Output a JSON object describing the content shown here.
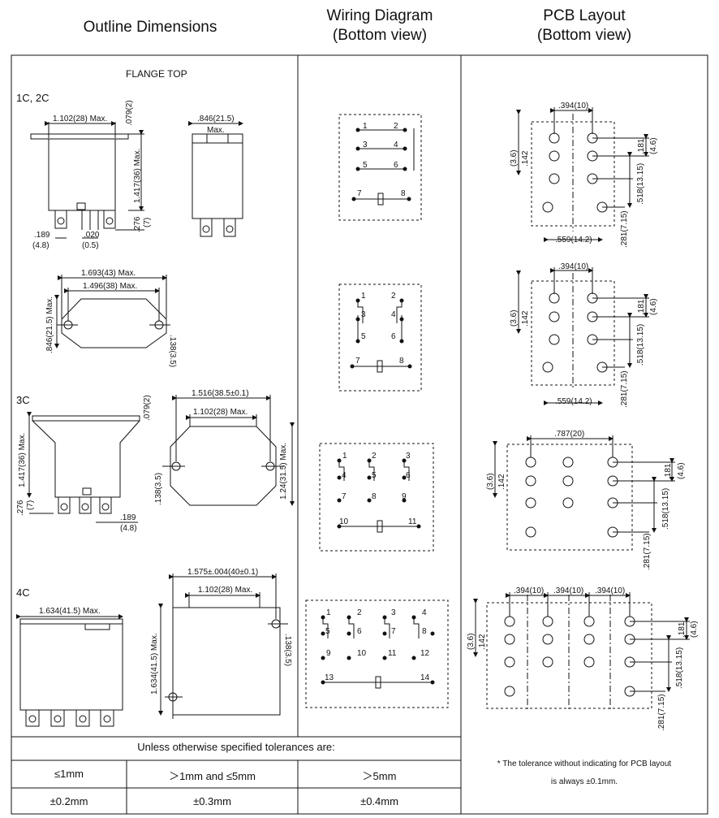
{
  "headers": {
    "outline": "Outline Dimensions",
    "wiring_line1": "Wiring Diagram",
    "wiring_line2": "(Bottom view)",
    "pcb_line1": "PCB Layout",
    "pcb_line2": "(Bottom view)"
  },
  "outline": {
    "flange_top": "FLANGE TOP",
    "row1": {
      "label": "1C, 2C",
      "width": "1.102(28) Max.",
      "top_tab": ".079(2)",
      "height": "1.417(36) Max.",
      "pin_len": ".276",
      "pin_len_mm": "(7)",
      "pin_off": ".189",
      "pin_off_mm": "(4.8)",
      "pin_w": ".020",
      "pin_w_mm": "(0.5)",
      "side_w": ".846(21.5)",
      "side_max": "Max."
    },
    "flange": {
      "outer": "1.693(43) Max.",
      "inner": "1.496(38) Max.",
      "height": ".846(21.5) Max.",
      "hole": ".138(3.5)"
    },
    "row3": {
      "label": "3C",
      "top_tab": ".079(2)",
      "height": "1.417(36) Max.",
      "pin_len": ".276",
      "pin_len_mm": "(7)",
      "pin_off": ".189",
      "pin_off_mm": "(4.8)",
      "outer": "1.516(38.5±0.1)",
      "inner": "1.102(28) Max.",
      "flange_h": "1.24(31.5) Max.",
      "hole": ".138(3.5)"
    },
    "row4": {
      "label": "4C",
      "width": "1.634(41.5) Max.",
      "outer": "1.575±.004(40±0.1)",
      "inner": "1.102(28) Max.",
      "height": "1.634(41.5) Max.",
      "hole": ".138(3.5)"
    }
  },
  "wiring": {
    "w1": [
      "1",
      "2",
      "3",
      "4",
      "5",
      "6",
      "7",
      "8"
    ],
    "w2": [
      "1",
      "2",
      "3",
      "4",
      "5",
      "6",
      "7",
      "8"
    ],
    "w3": [
      "1",
      "2",
      "3",
      "4",
      "5",
      "6",
      "7",
      "8",
      "9",
      "10",
      "11"
    ],
    "w4": [
      "1",
      "2",
      "3",
      "4",
      "5",
      "6",
      "7",
      "8",
      "9",
      "10",
      "11",
      "12",
      "13",
      "14"
    ]
  },
  "pcb": {
    "p1": {
      "pitch": ".394(10)",
      "v1": ".142",
      "v1_mm": "(3.6)",
      "r1": ".181",
      "r1_mm": "(4.6)",
      "r2": ".518(13.15)",
      "r3": ".281(7.15)",
      "bottom": ".559(14.2)"
    },
    "p2": {
      "pitch": ".394(10)",
      "v1": ".142",
      "v1_mm": "(3.6)",
      "r1": ".181",
      "r1_mm": "(4.6)",
      "r2": ".518(13.15)",
      "r3": ".281(7.15)",
      "bottom": ".559(14.2)"
    },
    "p3": {
      "pitch": ".787(20)",
      "v1": ".142",
      "v1_mm": "(3.6)",
      "r1": ".181",
      "r1_mm": "(4.6)",
      "r2": ".518(13.15)",
      "r3": ".281(7.15)"
    },
    "p4": {
      "pitch1": ".394(10)",
      "pitch2": ".394(10)",
      "pitch3": ".394(10)",
      "v1": ".142",
      "v1_mm": "(3.6)",
      "r1": ".181",
      "r1_mm": "(4.6)",
      "r2": ".518(13.15)",
      "r3": ".281(7.15)"
    }
  },
  "tolerance": {
    "caption": "Unless otherwise specified tolerances are:",
    "ranges": [
      "≤1mm",
      "＞1mm and ≤5mm",
      "＞5mm"
    ],
    "values": [
      "±0.2mm",
      "±0.3mm",
      "±0.4mm"
    ],
    "note_line1": "* The tolerance without indicating for PCB layout",
    "note_line2": "is always ±0.1mm."
  }
}
